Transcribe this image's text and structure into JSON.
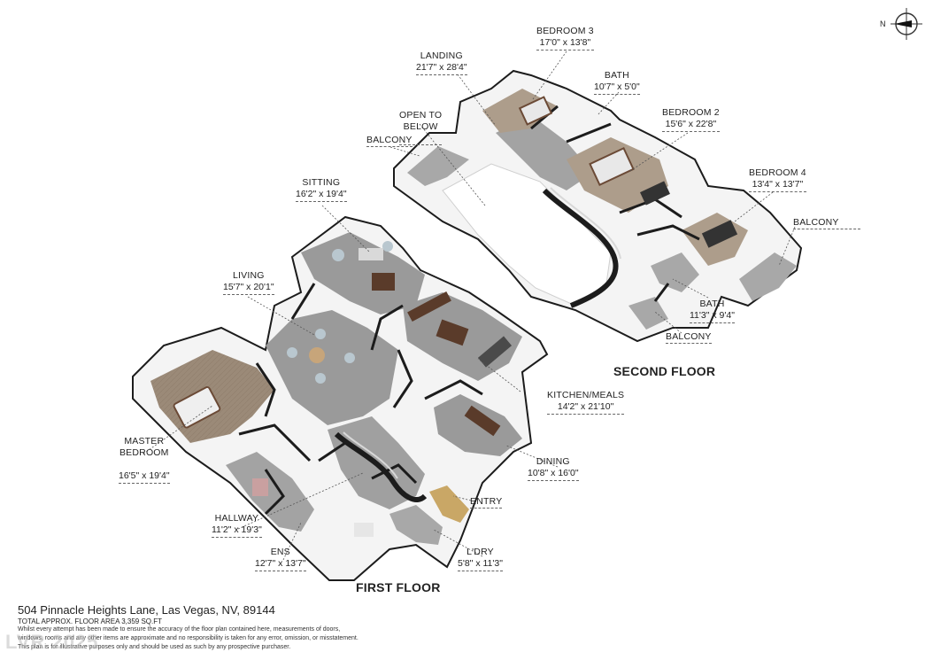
{
  "compass": {
    "north_label": "N"
  },
  "floors": {
    "first": "FIRST FLOOR",
    "second": "SECOND FLOOR"
  },
  "rooms": [
    {
      "key": "bedroom3",
      "name": "BEDROOM 3",
      "dims": "17'0\" x 13'8\""
    },
    {
      "key": "landing",
      "name": "LANDING",
      "dims": "21'7\" x 28'4\""
    },
    {
      "key": "bath_upper",
      "name": "BATH",
      "dims": "10'7\" x 5'0\""
    },
    {
      "key": "open_to_below",
      "name": "OPEN TO\nBELOW",
      "dims": ""
    },
    {
      "key": "bedroom2",
      "name": "BEDROOM 2",
      "dims": "15'6\" x 22'8\""
    },
    {
      "key": "balcony_left",
      "name": "BALCONY",
      "dims": ""
    },
    {
      "key": "bedroom4",
      "name": "BEDROOM 4",
      "dims": "13'4\" x 13'7\""
    },
    {
      "key": "sitting",
      "name": "SITTING",
      "dims": "16'2\" x 19'4\""
    },
    {
      "key": "balcony_right",
      "name": "BALCONY",
      "dims": ""
    },
    {
      "key": "living",
      "name": "LIVING",
      "dims": "15'7\" x 20'1\""
    },
    {
      "key": "bath_lower",
      "name": "BATH",
      "dims": "11'3\" x 9'4\""
    },
    {
      "key": "balcony_bottom",
      "name": "BALCONY",
      "dims": ""
    },
    {
      "key": "kitchen",
      "name": "KITCHEN/MEALS",
      "dims": "14'2\" x 21'10\""
    },
    {
      "key": "master",
      "name": "MASTER\nBEDROOM",
      "dims": "16'5\" x 19'4\""
    },
    {
      "key": "dining",
      "name": "DINING",
      "dims": "10'8\" x 16'0\""
    },
    {
      "key": "entry",
      "name": "ENTRY",
      "dims": ""
    },
    {
      "key": "hallway",
      "name": "HALLWAY",
      "dims": "11'2\" x 19'3\""
    },
    {
      "key": "ens",
      "name": "ENS",
      "dims": "12'7\" x 13'7\""
    },
    {
      "key": "ldry",
      "name": "L'DRY",
      "dims": "5'8\" x 11'3\""
    }
  ],
  "footer": {
    "address": "504 Pinnacle Heights Lane, Las Vegas, NV, 89144",
    "total_area": "TOTAL APPROX. FLOOR AREA 3,359 SQ.FT",
    "disclaimer_1": "Whilst every attempt has been made to ensure the accuracy of the floor plan contained here, measurements of doors,",
    "disclaimer_2": "windows, rooms and any other items are approximate and no responsibility is taken for any error, omission, or misstatement.",
    "disclaimer_3": "This plan is for illustrative purposes only and should be used as such by any prospective purchaser."
  },
  "watermark": "LVR 2025",
  "colors": {
    "floor_gray": "#9a9a9a",
    "wood_floor": "#9b8a78",
    "wall_top": "#1c1c1c",
    "wall_face": "#f3f3f3",
    "balcony_floor": "#a8a8a8",
    "furniture_dark": "#5a3b2a"
  }
}
